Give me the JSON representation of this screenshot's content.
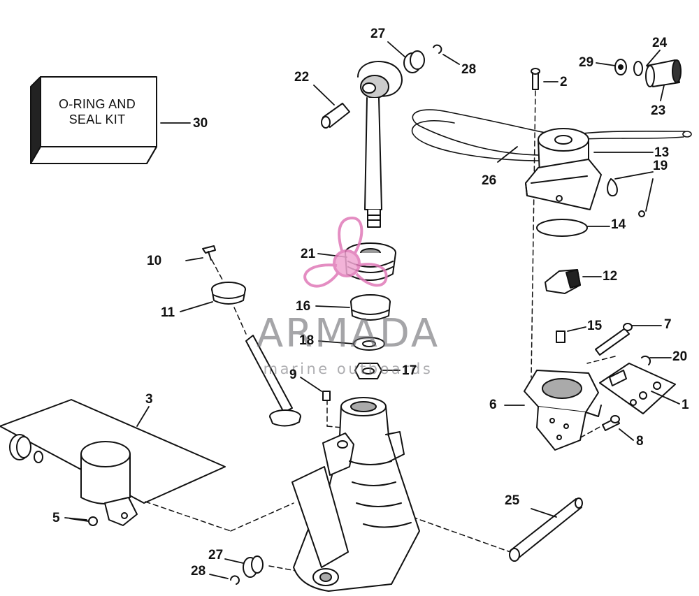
{
  "kit_box": {
    "line1": "O-RING AND",
    "line2": "SEAL KIT"
  },
  "watermark": {
    "brand": "ARMADA",
    "tagline": "marine outboards",
    "brand_color": "#6e6e73",
    "logo_color": "#e07ab8"
  },
  "callouts": [
    {
      "id": "c1",
      "text": "1"
    },
    {
      "id": "c2",
      "text": "2"
    },
    {
      "id": "c3",
      "text": "3"
    },
    {
      "id": "c5",
      "text": "5"
    },
    {
      "id": "c6",
      "text": "6"
    },
    {
      "id": "c7",
      "text": "7"
    },
    {
      "id": "c8",
      "text": "8"
    },
    {
      "id": "c9",
      "text": "9"
    },
    {
      "id": "c10",
      "text": "10"
    },
    {
      "id": "c11",
      "text": "11"
    },
    {
      "id": "c12",
      "text": "12"
    },
    {
      "id": "c13",
      "text": "13"
    },
    {
      "id": "c14",
      "text": "14"
    },
    {
      "id": "c15",
      "text": "15"
    },
    {
      "id": "c16",
      "text": "16"
    },
    {
      "id": "c17",
      "text": "17"
    },
    {
      "id": "c18",
      "text": "18"
    },
    {
      "id": "c19",
      "text": "19"
    },
    {
      "id": "c20",
      "text": "20"
    },
    {
      "id": "c21",
      "text": "21"
    },
    {
      "id": "c22",
      "text": "22"
    },
    {
      "id": "c23",
      "text": "23"
    },
    {
      "id": "c24",
      "text": "24"
    },
    {
      "id": "c25",
      "text": "25"
    },
    {
      "id": "c26",
      "text": "26"
    },
    {
      "id": "c27a",
      "text": "27"
    },
    {
      "id": "c27b",
      "text": "27"
    },
    {
      "id": "c28a",
      "text": "28"
    },
    {
      "id": "c28b",
      "text": "28"
    },
    {
      "id": "c29",
      "text": "29"
    },
    {
      "id": "c30",
      "text": "30"
    }
  ]
}
